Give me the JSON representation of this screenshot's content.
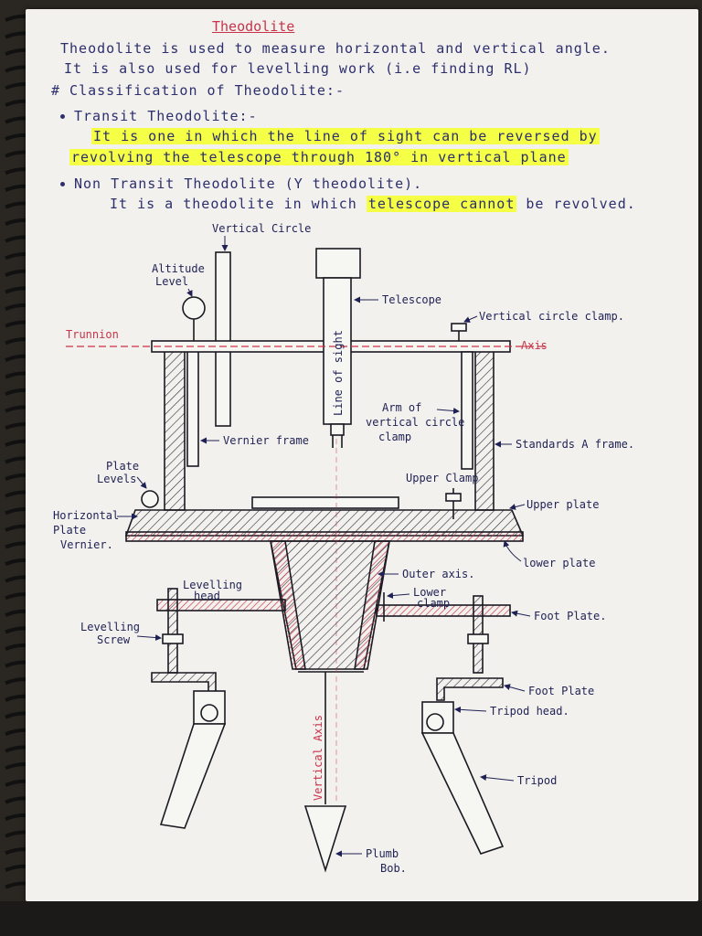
{
  "notes": {
    "title": "Theodolite",
    "intro_line1": "Theodolite is used to measure horizontal and vertical angle.",
    "intro_line2": "It is also used for levelling work (i.e finding RL)",
    "classification_heading": "# Classification of Theodolite:-",
    "transit_heading": "Transit Theodolite:-",
    "transit_desc1": "It is one in which the line of sight can be reversed by",
    "transit_desc2": "revolving the telescope through 180° in vertical plane",
    "non_transit_heading": "Non Transit Theodolite (Y theodolite).",
    "non_transit_desc_prefix": "It is a theodolite in which",
    "non_transit_desc_highlight": "telescope cannot",
    "non_transit_desc_suffix": "be revolved."
  },
  "diagram": {
    "labels": {
      "vertical_circle": "Vertical Circle",
      "altitude_level_1": "Altitude",
      "altitude_level_2": "Level",
      "telescope": "Telescope",
      "line_of_sight": "Line of sight",
      "vertical_circle_clamp": "Vertical circle clamp.",
      "trunnion": "Trunnion",
      "axis": "Axis",
      "arm_1": "Arm of",
      "arm_2": "vertical circle",
      "arm_3": "clamp",
      "vernier_frame": "Vernier frame",
      "standards_frame": "Standards A frame.",
      "plate_levels_1": "Plate",
      "plate_levels_2": "Levels",
      "upper_clamp": "Upper Clamp",
      "horizontal_1": "Horizontal",
      "horizontal_2": "Plate",
      "horizontal_3": "Vernier.",
      "upper_plate": "Upper plate",
      "lower_plate": "lower plate",
      "outer_axis": "Outer axis.",
      "levelling_head_1": "Levelling",
      "levelling_head_2": "head",
      "lower_clamp_1": "Lower",
      "lower_clamp_2": "clamp",
      "foot_plate_1": "Foot Plate.",
      "levelling_screw_1": "Levelling",
      "levelling_screw_2": "Screw",
      "foot_plate_2": "Foot Plate",
      "tripod_head": "Tripod head.",
      "vertical_axis": "Vertical Axis",
      "tripod": "Tripod",
      "plumb_bob_1": "Plumb",
      "plumb_bob_2": "Bob."
    }
  },
  "colors": {
    "ink": "#2c2f6e",
    "red": "#c8334a",
    "highlight": "#f4ff45",
    "paper": "#f3f1ed"
  }
}
